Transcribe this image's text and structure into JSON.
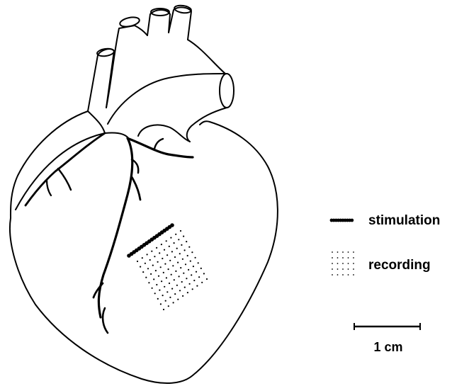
{
  "figure": {
    "subject": "heart-diagram"
  },
  "legend": {
    "stimulation_label": "stimulation",
    "recording_label": "recording"
  },
  "scale_bar": {
    "label": "1 cm"
  },
  "electrode_arrays": {
    "stimulation_electrode_count": 18,
    "recording_rows": 10,
    "recording_columns": 10
  }
}
